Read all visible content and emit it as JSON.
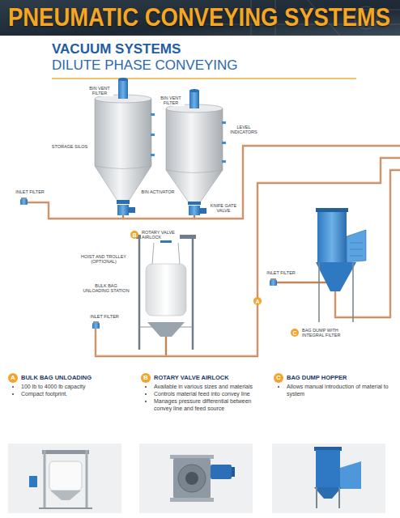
{
  "diagram": {
    "title": "PNEUMATIC CONVEYING SYSTEMS",
    "nodes": [
      {
        "text": [
          "B"
        ]
      },
      {
        "text": [
          "A"
        ]
      },
      {
        "text": [
          "C"
        ]
      },
      {
        "text": [
          "A"
        ]
      },
      {
        "text": [
          "B"
        ]
      },
      {
        "text": [
          "C"
        ]
      }
    ],
    "labels": [
      "VACUUM SYSTEMS",
      "DILUTE PHASE CONVEYING",
      "BIN VENT FILTER",
      "BIN VENT FILTER",
      "LEVEL INDICATORS",
      "STORAGE SILOS",
      "INLET FILTER",
      "BIN ACTIVATOR",
      "KNIFE GATE VALVE",
      "ROTARY VALVE AIRLOCK",
      "HOIST AND TROLLEY (OPTIONAL)",
      "BULK BAG UNLOADING STATION",
      "INLET FILTER",
      "INLET FILTER",
      "BAG DUMP WITH INTEGRAL FILTER",
      "BULK BAG UNLOADING",
      "100 lb to 4000 lb capacity",
      "Compact footprint.",
      "ROTARY VALVE AIRLOCK",
      "Available in various sizes and materials",
      "Controls material feed into convey line",
      "Manages pressure differential between convey line and feed source",
      "BAG DUMP HOPPER",
      "Allows manual introduction of material to system"
    ]
  }
}
